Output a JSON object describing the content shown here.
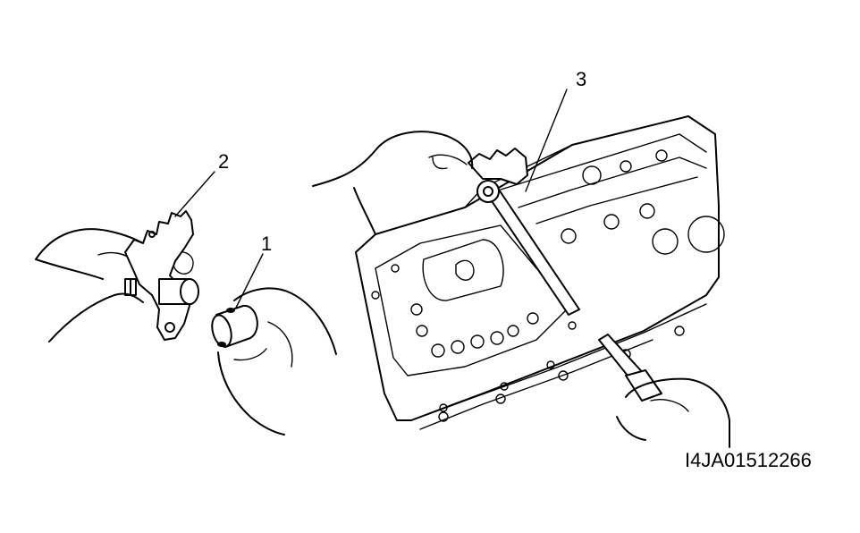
{
  "figure": {
    "callouts": [
      {
        "id": "1",
        "text": "1"
      },
      {
        "id": "2",
        "text": "2"
      },
      {
        "id": "3",
        "text": "3"
      }
    ],
    "figure_code": "I4JA01512266"
  },
  "colors": {
    "line": "#000000",
    "background": "#ffffff"
  }
}
